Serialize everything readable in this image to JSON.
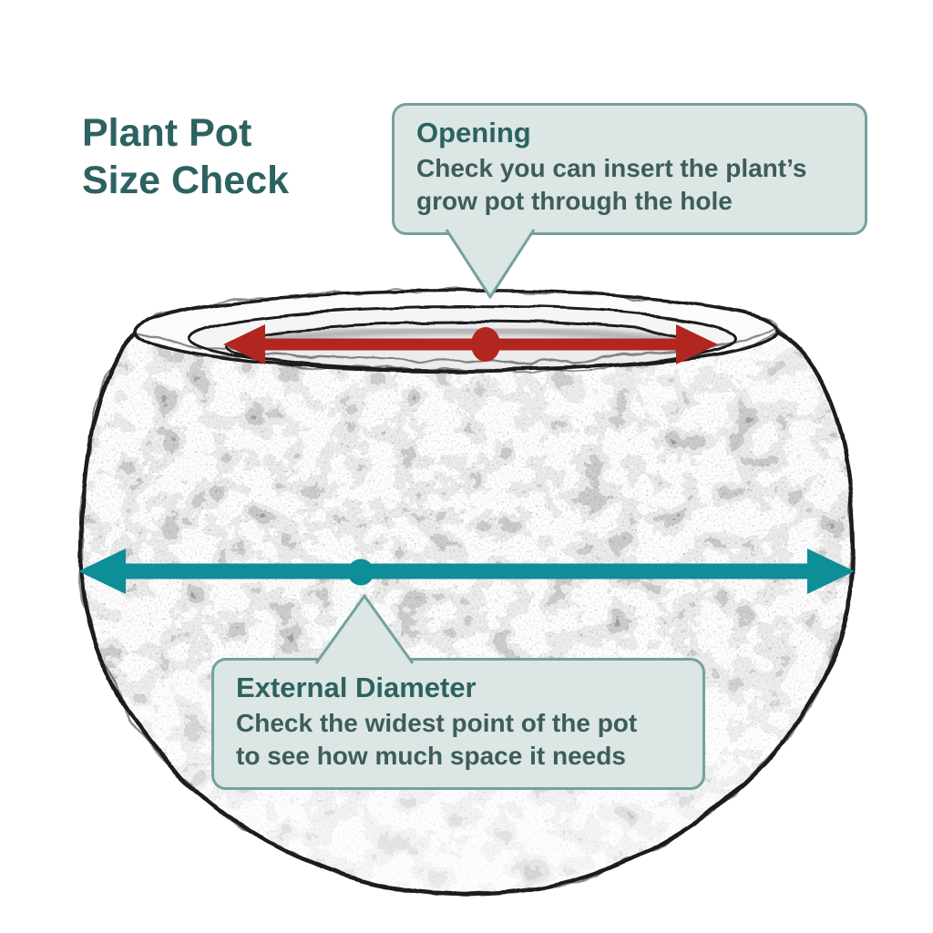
{
  "title": {
    "line1": "Plant Pot",
    "line2": "Size Check"
  },
  "callouts": {
    "opening": {
      "title": "Opening",
      "body": "Check you can insert the plant’s\ngrow pot through the hole"
    },
    "external_diameter": {
      "title": "External Diameter",
      "body": "Check the widest point of the pot\nto see how much space it needs"
    }
  },
  "diagram": {
    "subject": "hand-sketched round plant pot, front view",
    "markers": [
      {
        "name": "opening-diameter-arrow",
        "shape": "double-headed-arrow",
        "color_key": "opening_arrow"
      },
      {
        "name": "opening-midpoint-dot",
        "shape": "dot",
        "color_key": "opening_arrow"
      },
      {
        "name": "external-diameter-arrow",
        "shape": "double-headed-arrow",
        "color_key": "diameter_arrow"
      },
      {
        "name": "external-midpoint-dot",
        "shape": "dot",
        "color_key": "diameter_arrow"
      }
    ]
  },
  "colors": {
    "heading": "#2c6260",
    "body_text": "#3d5d5b",
    "callout_bg": "#dce6e4",
    "callout_border": "#74a19e",
    "opening_arrow": "#b1261f",
    "diameter_arrow": "#0e8e96",
    "pot_outline": "#1f1f1f",
    "background": "#ffffff"
  }
}
